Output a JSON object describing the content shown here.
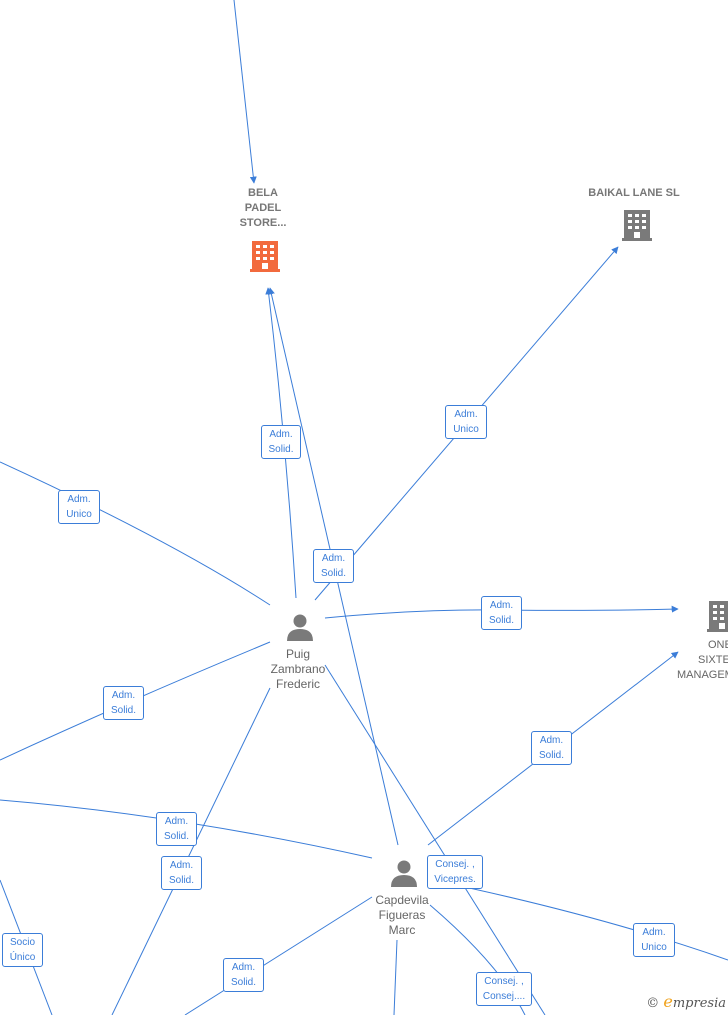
{
  "colors": {
    "edge": "#3b7dd8",
    "highlight_company": "#f26a3d",
    "company": "#7a7a7a",
    "person": "#7a7a7a"
  },
  "companies": [
    {
      "id": "bela",
      "label_lines": [
        "BELA",
        "PADEL",
        "STORE..."
      ],
      "icon": "building-icon",
      "highlight": true
    },
    {
      "id": "baikal",
      "label_lines": [
        "BAIKAL LANE SL"
      ],
      "icon": "building-icon",
      "highlight": false
    },
    {
      "id": "one",
      "label_lines": [
        "ONE",
        "SIXTE",
        "MANAGEM"
      ],
      "icon": "building-icon",
      "highlight": false
    }
  ],
  "persons": [
    {
      "id": "puig",
      "label_lines": [
        "Puig",
        "Zambrano",
        "Frederic"
      ],
      "icon": "person-icon"
    },
    {
      "id": "capdevila",
      "label_lines": [
        "Capdevila",
        "Figueras",
        "Marc"
      ],
      "icon": "person-icon"
    }
  ],
  "relations": [
    {
      "id": "r1",
      "lines": [
        "Adm.",
        "Solid."
      ]
    },
    {
      "id": "r2",
      "lines": [
        "Adm.",
        "Unico"
      ]
    },
    {
      "id": "r3",
      "lines": [
        "Adm.",
        "Unico"
      ]
    },
    {
      "id": "r4",
      "lines": [
        "Adm.",
        "Solid."
      ]
    },
    {
      "id": "r5",
      "lines": [
        "Adm.",
        "Solid."
      ]
    },
    {
      "id": "r6",
      "lines": [
        "Adm.",
        "Solid."
      ]
    },
    {
      "id": "r7",
      "lines": [
        "Adm.",
        "Solid."
      ]
    },
    {
      "id": "r8",
      "lines": [
        "Adm.",
        "Solid."
      ]
    },
    {
      "id": "r9",
      "lines": [
        "Adm.",
        "Solid."
      ]
    },
    {
      "id": "r10",
      "lines": [
        "Consej. ,",
        "Vicepres."
      ]
    },
    {
      "id": "r11",
      "lines": [
        "Adm.",
        "Unico"
      ]
    },
    {
      "id": "r12",
      "lines": [
        "Socio",
        "Único"
      ]
    },
    {
      "id": "r13",
      "lines": [
        "Adm.",
        "Solid."
      ]
    },
    {
      "id": "r14",
      "lines": [
        "Consej. ,",
        "Consej...."
      ]
    }
  ],
  "watermark": {
    "symbol": "©",
    "brand_initial": "e",
    "brand_rest": "mpresia"
  }
}
